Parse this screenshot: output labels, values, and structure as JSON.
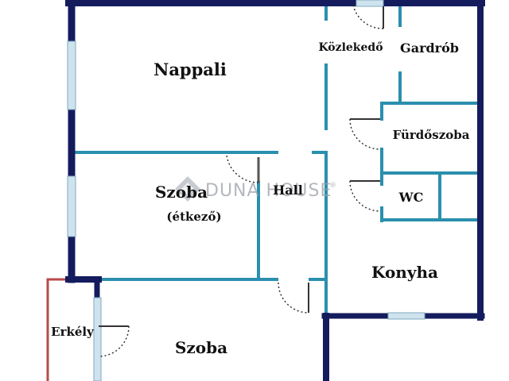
{
  "rooms": {
    "nappali": "Nappali",
    "kozlekedo": "Közlekedő",
    "gardrob": "Gardrób",
    "furdoszoba": "Fürdőszoba",
    "wc": "WC",
    "hall": "Hall",
    "szoba_etkezo_name": "Szoba",
    "szoba_etkezo_note": "(étkező)",
    "konyha": "Konyha",
    "erkely": "Erkély",
    "szoba": "Szoba"
  },
  "watermark": {
    "text": "DUNA HOUSE",
    "mark": "®",
    "icon": "diamond-logo-icon"
  },
  "colors": {
    "outer_wall": "#141c5e",
    "inner_wall": "#2b8fae",
    "window": "#cfe3ee",
    "balcony": "#b84a4a",
    "door": "#333333",
    "text": "#111111"
  }
}
